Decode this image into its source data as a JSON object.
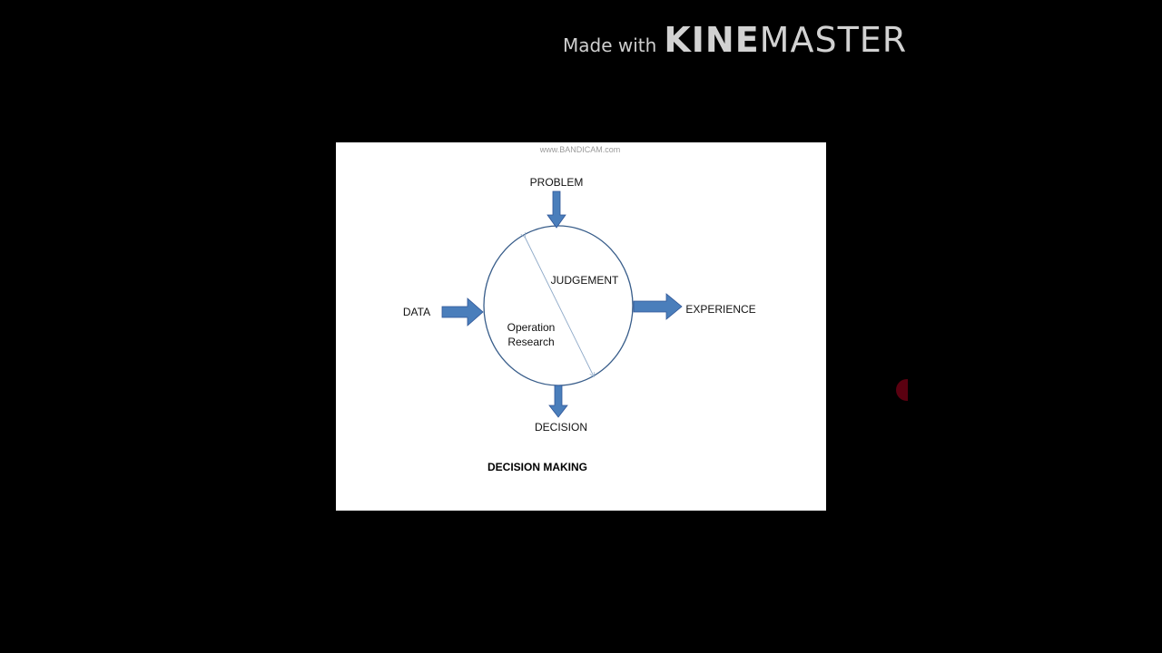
{
  "watermark": {
    "made_with": "Made with",
    "brand_bold": "KINE",
    "brand_light": "MASTER"
  },
  "recorder_watermark": "www.BANDICAM.com",
  "diagram": {
    "labels": {
      "problem": "PROBLEM",
      "data": "DATA",
      "experience": "EXPERIENCE",
      "decision": "DECISION",
      "judgement": "JUDGEMENT",
      "operation_line1": "Operation",
      "operation_line2": "Research"
    },
    "title": "DECISION MAKING"
  },
  "colors": {
    "background": "#000000",
    "slide": "#ffffff",
    "arrow_fill": "#4a7ebb",
    "arrow_stroke": "#2f5597",
    "circle_stroke": "#385d8a",
    "divider": "#8ea9c8"
  }
}
